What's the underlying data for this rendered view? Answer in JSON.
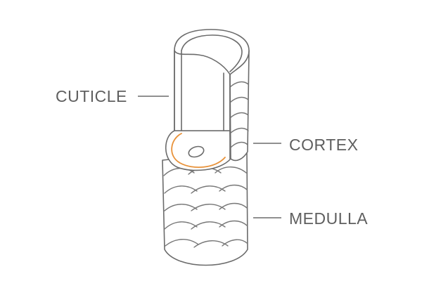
{
  "labels": {
    "cuticle": "CUTICLE",
    "cortex": "CORTEX",
    "medulla": "MEDULLA"
  },
  "colors": {
    "line": "#6b6b6b",
    "accent": "#e8923a",
    "text": "#5f5f5f",
    "background": "#ffffff"
  }
}
